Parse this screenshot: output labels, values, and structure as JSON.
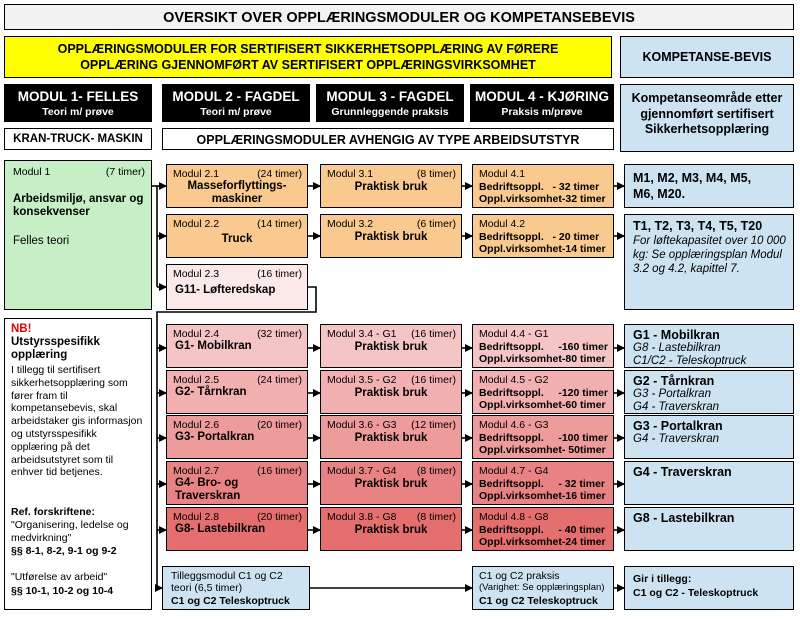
{
  "title": "OVERSIKT OVER OPPLÆRINGSMODULER OG KOMPETANSEBEVIS",
  "banner": {
    "line1": "OPPLÆRINGSMODULER FOR SERTIFISERT SIKKERHETSOPPLÆRING AV FØRERE",
    "line2": "OPPLÆRING GJENNOMFØRT AV SERTIFISERT OPPLÆRINGSVIRKSOMHET"
  },
  "kompetanse_header": "KOMPETANSE-BEVIS",
  "modules_header": [
    {
      "title": "MODUL 1- FELLES",
      "sub": "Teori m/ prøve"
    },
    {
      "title": "MODUL  2 - FAGDEL",
      "sub": "Teori  m/ prøve"
    },
    {
      "title": "MODUL 3 - FAGDEL",
      "sub": "Grunnleggende praksis"
    },
    {
      "title": "MODUL 4 - KJØRING",
      "sub": "Praksis m/prøve"
    }
  ],
  "kompetanse_area": "Kompetanseområde etter gjennomført sertifisert Sikkerhetsopplæring",
  "kran_truck": "KRAN-TRUCK- MASKIN",
  "avhengig": "OPPLÆRINGSMODULER AVHENGIG AV TYPE ARBEIDSUTSTYR",
  "modul1": {
    "label": "Modul 1",
    "hours": "(7 timer)",
    "title": "Arbeidsmiljø, ansvar og konsekvenser",
    "sub": "Felles teori"
  },
  "m2_1": {
    "label": "Modul 2.1",
    "hours": "(24 timer)",
    "title": "Masseforflyttings-maskiner"
  },
  "m2_2": {
    "label": "Modul 2.2",
    "hours": "(14 timer)",
    "title": "Truck"
  },
  "m2_3": {
    "label": "Modul 2.3",
    "hours": "(16 timer)",
    "title": "G11- Løfteredskap"
  },
  "m3_1": {
    "label": "Modul 3.1",
    "hours": "(8 timer)",
    "title": "Praktisk bruk"
  },
  "m3_2": {
    "label": "Modul 3.2",
    "hours": "(6 timer)",
    "title": "Praktisk bruk"
  },
  "m4_1": {
    "label": "Modul 4.1",
    "a": "Bedriftsoppl.   - 32 timer",
    "b": "Oppl.virksomhet-32 timer"
  },
  "m4_2": {
    "label": "Modul 4.2",
    "a": "Bedriftsoppl.   - 20 timer",
    "b": "Oppl.virksomhet-14 timer"
  },
  "komp1": {
    "a": "M1, M2, M3, M4, M5,",
    "b": "M6, M20."
  },
  "komp2": {
    "title": "T1, T2, T3, T4, T5, T20",
    "body": "For løftekapasitet over 10 000 kg: Se opplæringsplan Modul 3.2 og 4.2, kapittel 7."
  },
  "nb": {
    "nb": "NB!",
    "heading": "Utstyrsspesifikk opplæring",
    "body": "I tillegg til sertifisert sikkerhetsopplæring som fører fram til kompetansebevis, skal arbeidstaker gis informasjon og utstyrsspesifikk opplæring på det arbeidsutstyret som til enhver tid betjenes.",
    "ref": "Ref. forskriftene:",
    "quote1": "\"Organisering, ledelse og medvirkning\"",
    "paras1": "§§ 8-1, 8-2, 9-1 og 9-2",
    "quote2": "\"Utførelse av arbeid\"",
    "paras2": "§§ 10-1, 10-2 og 10-4"
  },
  "rows": [
    {
      "m2label": "Modul 2.4",
      "m2hours": "(32 timer)",
      "m2title": "G1- Mobilkran",
      "m3label": "Modul 3.4 - G1",
      "m3hours": "(16 timer)",
      "m3title": "Praktisk bruk",
      "m4label": "Modul 4.4 - G1",
      "m4a": "Bedriftsoppl.     -160 timer",
      "m4b": "Oppl.virksomhet-80 timer",
      "kt": "G1 - Mobilkran",
      "k1": "G8 - Lastebilkran",
      "k2": "C1/C2 - Teleskoptruck"
    },
    {
      "m2label": "Modul 2.5",
      "m2hours": "(24 timer)",
      "m2title": "G2- Tårnkran",
      "m3label": "Modul 3.5 - G2",
      "m3hours": "(16 timer)",
      "m3title": "Praktisk bruk",
      "m4label": "Modul 4.5 - G2",
      "m4a": "Bedriftsoppl.     -120 timer",
      "m4b": "Oppl.virksomhet-60 timer",
      "kt": "G2 - Tårnkran",
      "k1": "G3 - Portalkran",
      "k2": "G4 - Traverskran"
    },
    {
      "m2label": "Modul 2.6",
      "m2hours": "(20 timer)",
      "m2title": "G3- Portalkran",
      "m3label": "Modul 3.6 - G3",
      "m3hours": "(12 timer)",
      "m3title": "Praktisk bruk",
      "m4label": "Modul 4.6 - G3",
      "m4a": "Bedriftsoppl.     -100 timer",
      "m4b": "Oppl.virksomhet- 50timer",
      "kt": "G3 - Portalkran",
      "k1": "G4 - Traverskran",
      "k2": ""
    },
    {
      "m2label": "Modul 2.7",
      "m2hours": "(16 timer)",
      "m2title": "G4- Bro- og Traverskran",
      "m3label": "Modul 3.7 - G4",
      "m3hours": "(8 timer)",
      "m3title": "Praktisk bruk",
      "m4label": "Modul 4.7 - G4",
      "m4a": "Bedriftsoppl.     - 32 timer",
      "m4b": "Oppl.virksomhet-16 timer",
      "kt": "G4 - Traverskran",
      "k1": "",
      "k2": ""
    },
    {
      "m2label": "Modul 2.8",
      "m2hours": "(20 timer)",
      "m2title": "G8- Lastebilkran",
      "m3label": "Modul 3.8 - G8",
      "m3hours": "(8 timer)",
      "m3title": "Praktisk bruk",
      "m4label": "Modul 4.8 - G8",
      "m4a": "Bedriftsoppl.     - 40 timer",
      "m4b": "Oppl.virksomhet-24 timer",
      "kt": "G8 - Lastebilkran",
      "k1": "",
      "k2": ""
    }
  ],
  "tillegg": {
    "a": "Tilleggsmodul C1 og C2",
    "b": "teori (6,5 timer)",
    "c": "C1 og C2 Teleskoptruck"
  },
  "c_praksis": {
    "a": "C1 og C2 praksis",
    "b": "(Varighet: Se opplæringsplan)",
    "c": "C1 og C2 Teleskoptruck"
  },
  "gir": {
    "a": "Gir i tillegg:",
    "b": "C1 og C2 - Teleskoptruck"
  }
}
